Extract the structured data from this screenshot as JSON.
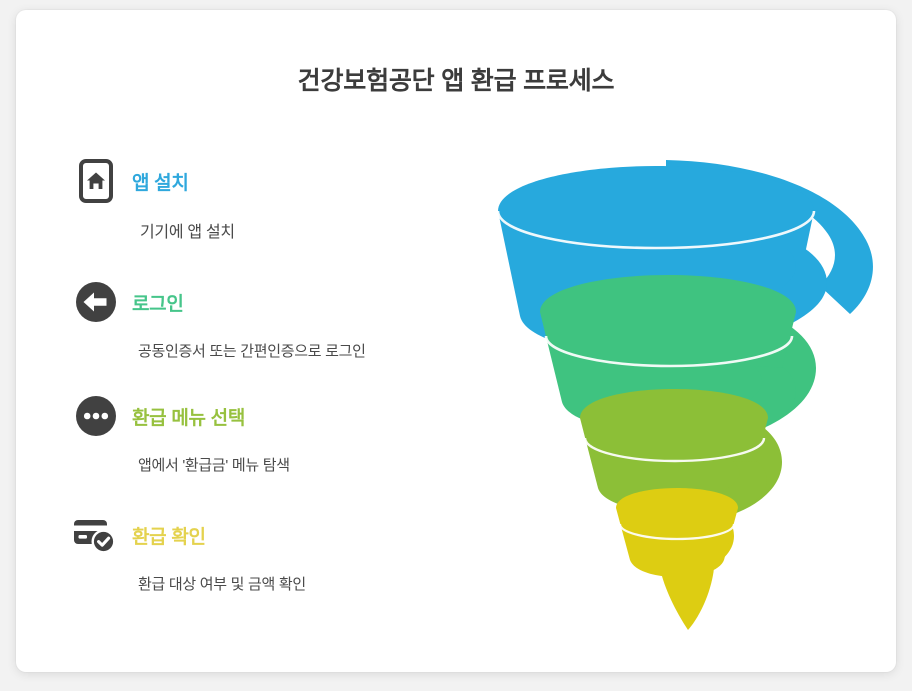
{
  "page": {
    "title": "건강보험공단 앱 환급 프로세스",
    "background_color": "#f2f2f2",
    "card_color": "#ffffff",
    "title_color": "#3c3c3c"
  },
  "steps": [
    {
      "icon": "mobile-home-icon",
      "title": "앱 설치",
      "description": "기기에 앱 설치",
      "color": "#2fa8dd"
    },
    {
      "icon": "circle-arrow-left-icon",
      "title": "로그인",
      "description": "공동인증서 또는 간편인증으로 로그인",
      "color": "#46c58a"
    },
    {
      "icon": "circle-ellipsis-icon",
      "title": "환급 메뉴 선택",
      "description": "앱에서 '환급금' 메뉴 탐색",
      "color": "#97c13f"
    },
    {
      "icon": "card-check-icon",
      "title": "환급 확인",
      "description": "환급 대상 여부 및 금액 확인",
      "color": "#e4d24e"
    }
  ],
  "chart_data": {
    "type": "funnel",
    "title": "건강보험공단 앱 환급 프로세스",
    "style": "spiral-ribbon",
    "stages": [
      {
        "label": "앱 설치",
        "sublabel": "기기에 앱 설치",
        "color": "#27a9dd",
        "order": 1,
        "width_ratio": 1.0
      },
      {
        "label": "로그인",
        "sublabel": "공동인증서 또는 간편인증으로 로그인",
        "color": "#3fc380",
        "order": 2,
        "width_ratio": 0.78
      },
      {
        "label": "환급 메뉴 선택",
        "sublabel": "앱에서 '환급금' 메뉴 탐색",
        "color": "#8cbf37",
        "order": 3,
        "width_ratio": 0.55
      },
      {
        "label": "환급 확인",
        "sublabel": "환급 대상 여부 및 금액 확인",
        "color": "#ddcd12",
        "order": 4,
        "width_ratio": 0.32
      }
    ],
    "legend": "none",
    "grid": false
  }
}
